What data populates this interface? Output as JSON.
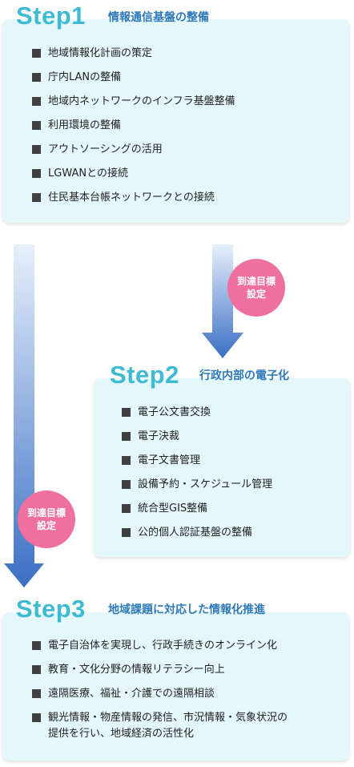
{
  "step1": {
    "label": "Step1",
    "title": "情報通信基盤の整備",
    "items": [
      "地域情報化計画の策定",
      "庁内LANの整備",
      "地域内ネットワークのインフラ基盤整備",
      "利用環境の整備",
      "アウトソーシングの活用",
      "LGWANとの接続",
      "住民基本台帳ネットワークとの接続"
    ]
  },
  "step2": {
    "label": "Step2",
    "title": "行政内部の電子化",
    "items": [
      "電子公文書交換",
      "電子決裁",
      "電子文書管理",
      "設備予約・スケジュール管理",
      "統合型GIS整備",
      "公的個人認証基盤の整備"
    ]
  },
  "step3": {
    "label": "Step3",
    "title": "地域課題に対応した情報化推進",
    "items": [
      "電子自治体を実現し、行政手続きのオンライン化",
      "教育・文化分野の情報リテラシー向上",
      "遠隔医療、福祉・介護での遠隔相談",
      "観光情報・物産情報の発信、市況情報・気象状況の",
      "提供を行い、地域経済の活性化"
    ]
  },
  "badge": {
    "line1": "到達目標",
    "line2": "設定"
  },
  "colors": {
    "step_label": "#3fbad3",
    "subtitle": "#2d7ab8",
    "box_bg": "#e4f7fb",
    "badge": "#ef6f9e",
    "arrow_dark": "#3b6fc4",
    "arrow_light": "#e6f0fb"
  }
}
